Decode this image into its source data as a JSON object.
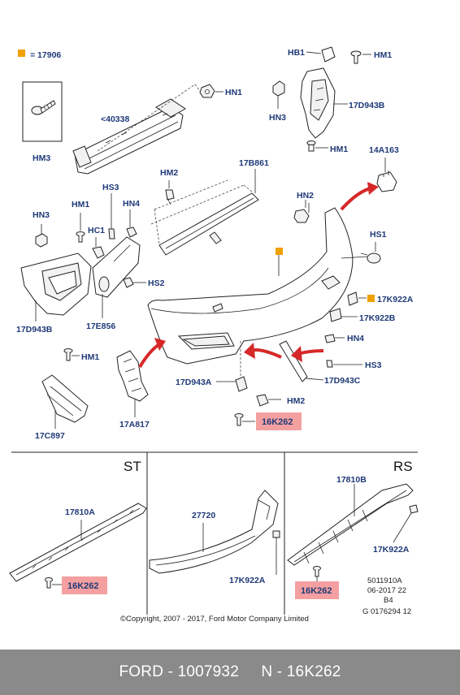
{
  "legend": {
    "value": "= 17906",
    "swatch_color": "#f0a000"
  },
  "labels": {
    "hb1": "HB1",
    "hm1_top": "HM1",
    "hn3_top": "HN3",
    "p17d943b_top": "17D943B",
    "hm1_mid": "HM1",
    "p14a163": "14A163",
    "hn1": "HN1",
    "p40338": "<40338",
    "hm3": "HM3",
    "hm2_top": "HM2",
    "p17b861": "17B861",
    "hn2": "HN2",
    "hs1": "HS1",
    "hn3_left": "HN3",
    "hm1_left": "HM1",
    "hs3": "HS3",
    "hc1": "HC1",
    "hn4_left": "HN4",
    "hs2": "HS2",
    "p17d943b_left": "17D943B",
    "p17e856": "17E856",
    "hm1_low": "HM1",
    "p17k922a_right": "17K922A",
    "p17k922b": "17K922B",
    "hn4_right": "HN4",
    "hs3_right": "HS3",
    "p17d943a": "17D943A",
    "p17d943c": "17D943C",
    "hm2_low": "HM2",
    "p16k262_main": "16K262",
    "p17a817": "17A817",
    "p17c897": "17C897",
    "p17810a": "17810A",
    "p16k262_st": "16K262",
    "p27720": "27720",
    "p17k922a_mid": "17K922A",
    "p17810b": "17810B",
    "p17k922a_rs": "17K922A",
    "p16k262_rs": "16K262"
  },
  "sections": {
    "st": "ST",
    "rs": "RS"
  },
  "highlight_color": "#f4a0a0",
  "ref": {
    "line1": "5011910A",
    "line2": "06-2017 22",
    "line3": "B4",
    "line4": "G 0176294 12"
  },
  "copyright": "©Copyright, 2007 - 2017, Ford Motor Company Limited",
  "footer": {
    "brand_part": "FORD - 1007932",
    "part_no": "N - 16K262"
  }
}
